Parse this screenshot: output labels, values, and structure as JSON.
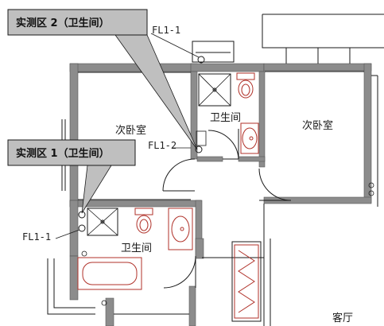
{
  "callouts": [
    {
      "label": "实测区 2（卫生间）"
    },
    {
      "label": "实测区 1（卫生间）"
    }
  ],
  "rooms": {
    "secondary_bedroom_left": "次卧室",
    "secondary_bedroom_right": "次卧室",
    "bathroom_upper": "卫生间",
    "bathroom_lower": "卫生间",
    "living_room_partial": "客厅"
  },
  "floor_drains": {
    "fl1_1_top": "FL1-1",
    "fl1_2": "FL1-2",
    "fl1_1_bottom": "FL1-1"
  },
  "colors": {
    "wall_gray": "#8c8c8c",
    "fixture_red": "#b0322a",
    "callout_fill": "#bfbfbf",
    "line_black": "#1a1a1a"
  }
}
